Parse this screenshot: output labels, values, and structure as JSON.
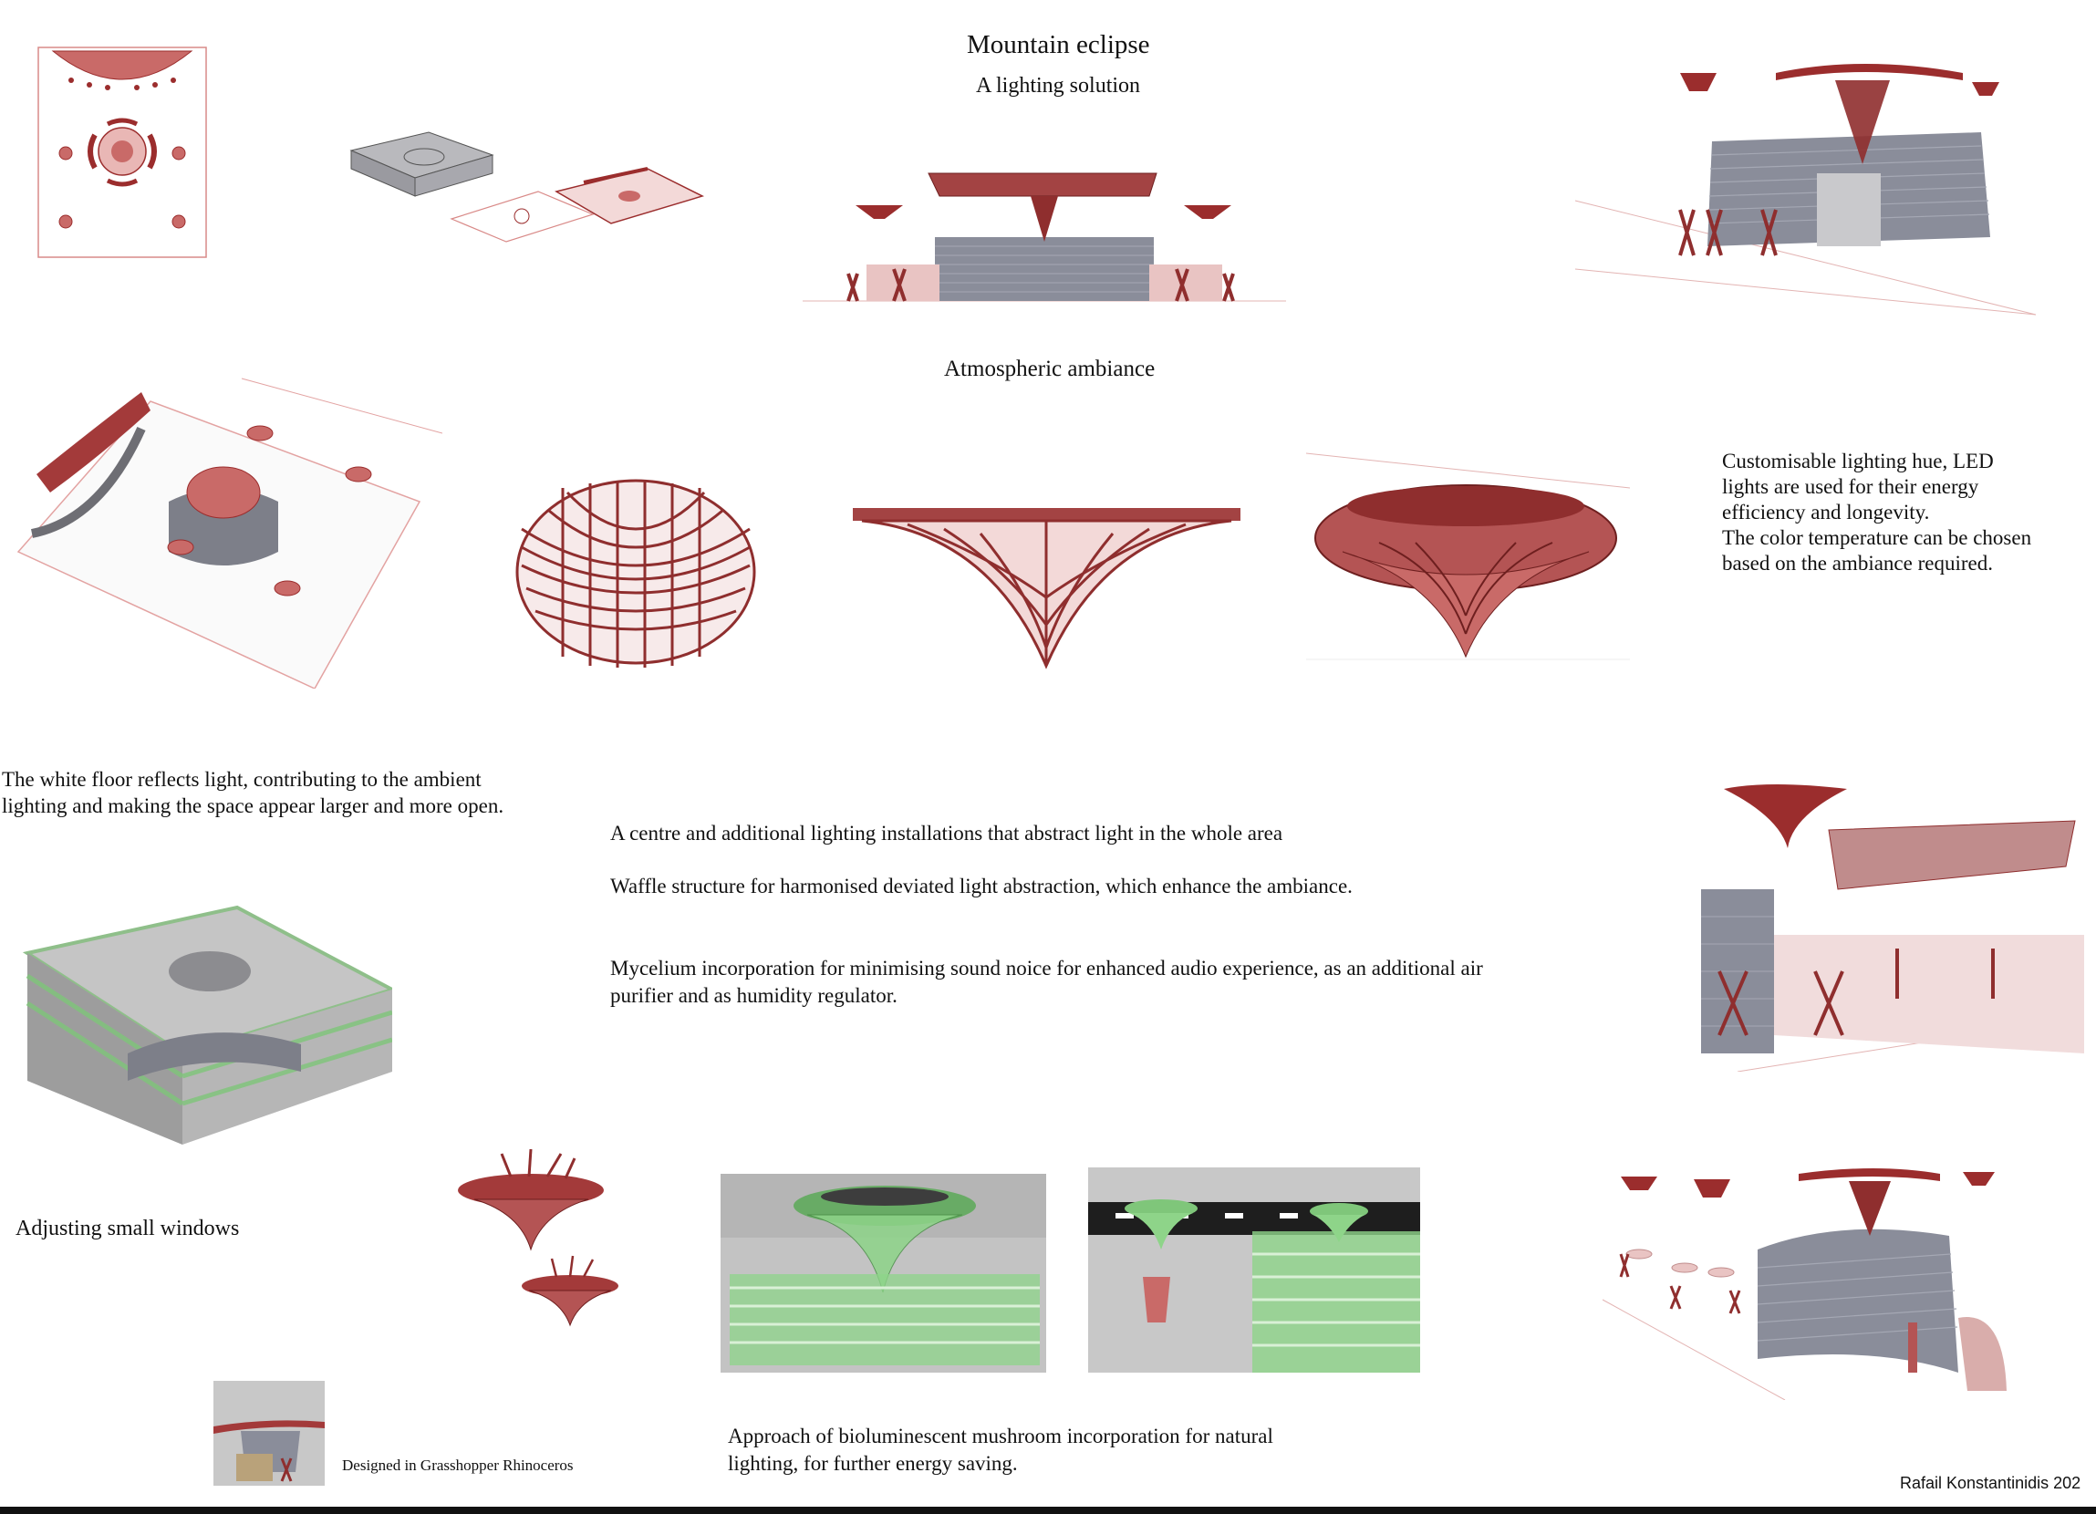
{
  "title": "Mountain eclipse",
  "subtitle": "A lighting solution",
  "section_ambiance": "Atmospheric ambiance",
  "lighting_note": [
    "Customisable lighting hue,  LED",
    "lights are used for their energy",
    "efficiency and longevity.",
    "The color temperature can be chosen",
    "based on the ambiance required."
  ],
  "floor_note": [
    "The white floor reflects light, contributing to the ambient",
    "lighting and making the space appear larger and more open."
  ],
  "centre_note": "A centre and additional lighting installations that abstract light in the whole area",
  "waffle_note": "Waffle structure for harmonised deviated light abstraction, which enhance the ambiance.",
  "mycelium_note": [
    "Mycelium incorporation for minimising sound noice for enhanced audio experience, as an additional air",
    "purifier and as humidity regulator."
  ],
  "windows_note": "Adjusting small windows",
  "designed_in": "Designed in Grasshopper Rhinoceros",
  "mushroom_note": [
    "Approach of bioluminescent mushroom incorporation for natural",
    "lighting, for further energy saving."
  ],
  "author": "Rafail Konstantinidis 202",
  "colors": {
    "structure_red": "#9b2d2d",
    "line_red": "#c0504d",
    "wall_grey": "#8a8d9a",
    "glass_green": "#7fc67a",
    "render_grey": "#c8c8c8"
  }
}
